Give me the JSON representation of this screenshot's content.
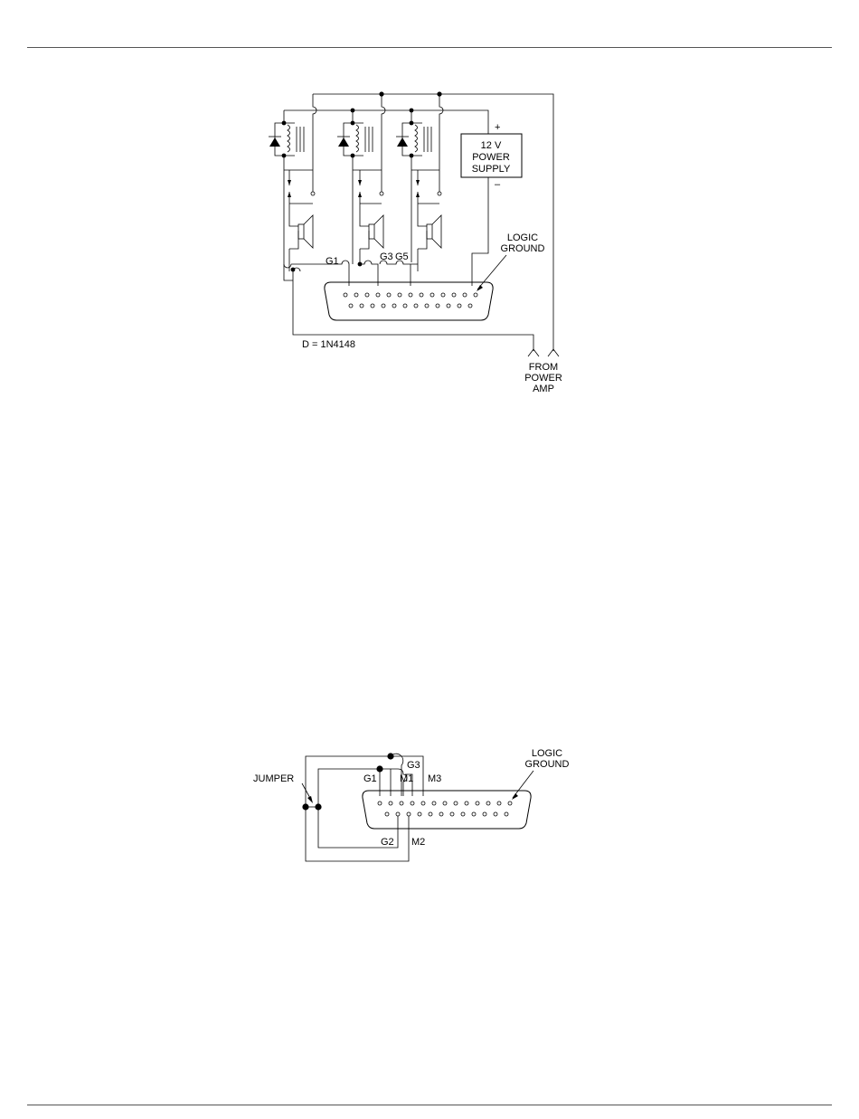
{
  "diagram_top": {
    "power_supply": {
      "line1": "12 V",
      "line2": "POWER",
      "line3": "SUPPLY",
      "plus": "+",
      "minus": "–"
    },
    "logic_ground": {
      "line1": "LOGIC",
      "line2": "GROUND"
    },
    "labels": {
      "g1": "G1",
      "g3": "G3",
      "g5": "G5"
    },
    "diode_note": "D = 1N4148",
    "source": {
      "line1": "FROM",
      "line2": "POWER",
      "line3": "AMP"
    }
  },
  "diagram_bottom": {
    "jumper": "JUMPER",
    "logic_ground": {
      "line1": "LOGIC",
      "line2": "GROUND"
    },
    "labels": {
      "g1": "G1",
      "g2": "G2",
      "g3": "G3",
      "m1": "M1",
      "m2": "M2",
      "m3": "M3"
    }
  }
}
